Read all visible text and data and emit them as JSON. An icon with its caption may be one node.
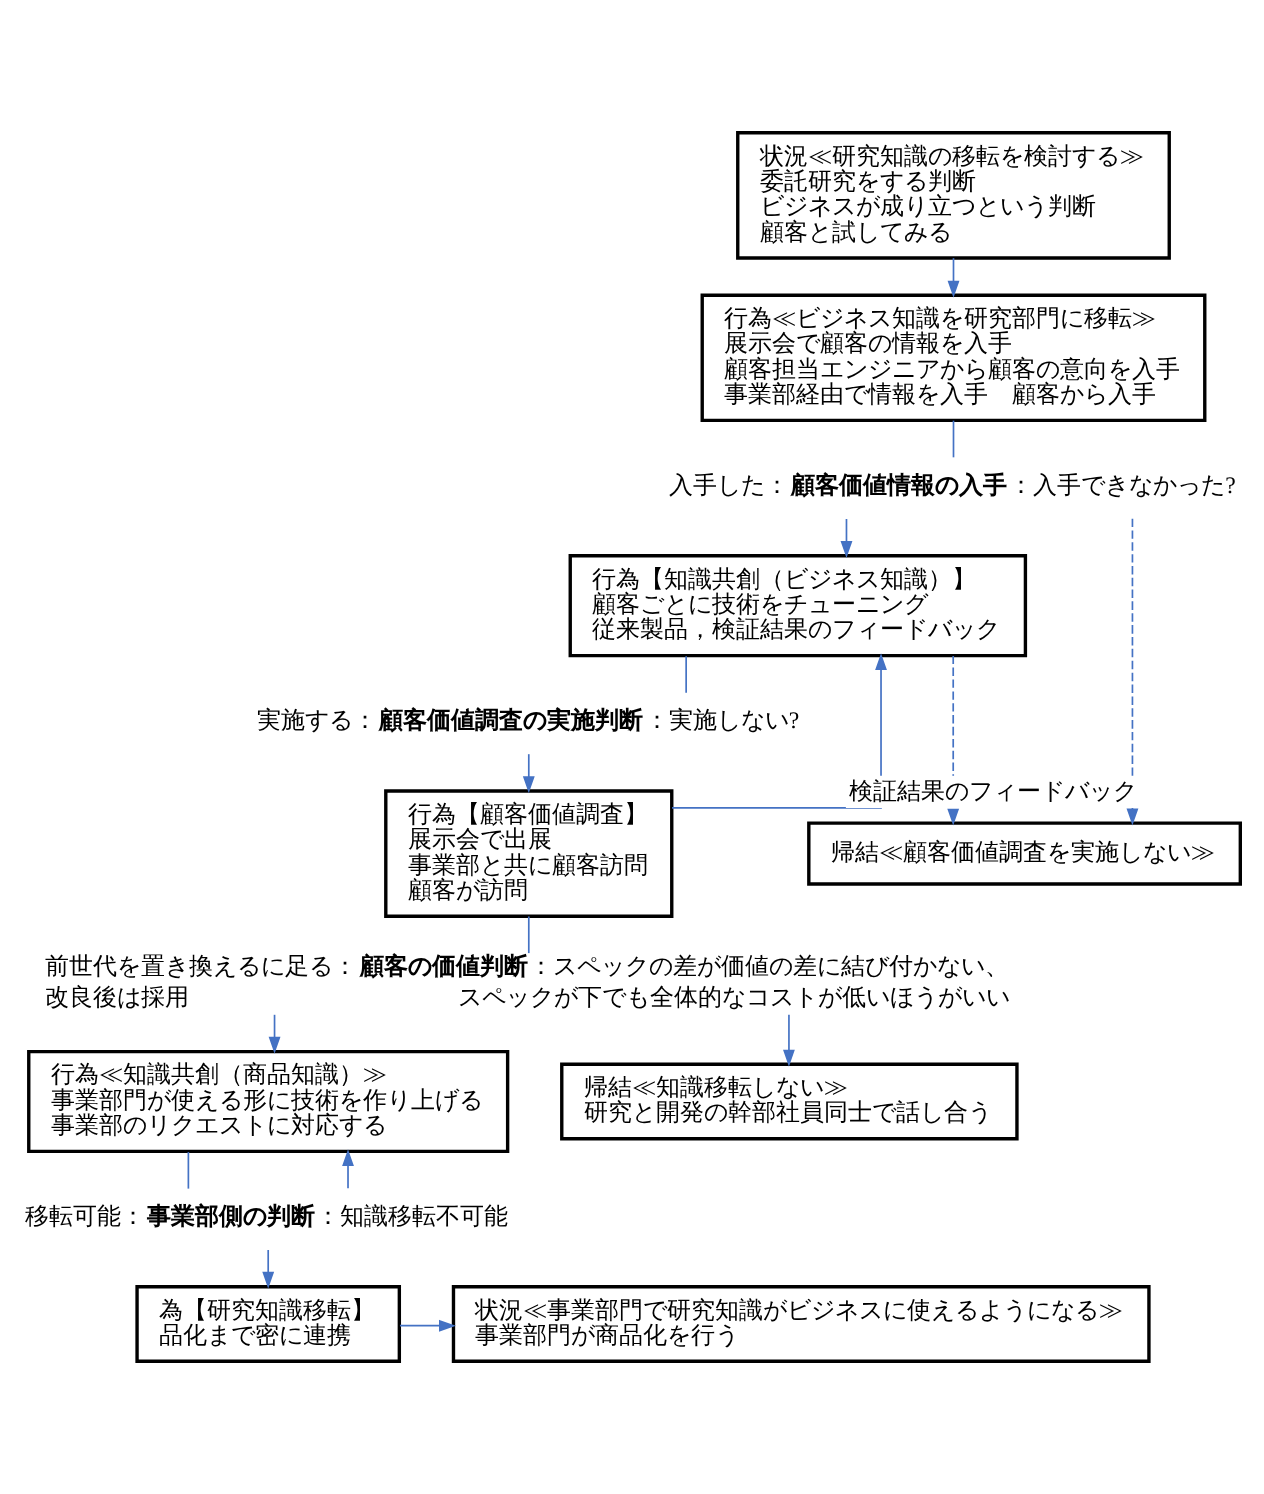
{
  "diagram": {
    "nodes": [
      {
        "text": [
          "状況≪研究知識の移転を検討する≫",
          "委託研究をする判断",
          "ビジネスが成り立つという判断",
          "顧客と試してみる"
        ]
      },
      {
        "text": [
          "行為≪ビジネス知識を研究部門に移転≫",
          "展示会で顧客の情報を入手",
          "顧客担当エンジニアから顧客の意向を入手",
          "事業部経由で情報を入手　顧客から入手"
        ]
      },
      {
        "text": [
          "入手した：**顧客価値情報の入手**：入手できなかった?"
        ]
      },
      {
        "text": [
          "行為【知識共創（ビジネス知識）】",
          "顧客ごとに技術をチューニング",
          "従来製品，検証結果のフィードバック"
        ]
      },
      {
        "text": [
          "実施する：**顧客価値調査の実施判断**：実施しない?"
        ]
      },
      {
        "text": [
          "帰結≪顧客価値調査を実施しない≫"
        ]
      },
      {
        "text": [
          "行為【顧客価値調査】",
          "展示会で出展",
          "事業部と共に顧客訪問",
          "顧客が訪問"
        ]
      },
      {
        "text": [
          "前世代を置き換えるに足る：**顧客の価値判断**：スペックの差が価値の差に結び付かない、",
          "改良後は採用",
          "スペックが下でも全体的なコストが低いほうがいい"
        ]
      },
      {
        "text": [
          "帰結≪知識移転しない≫",
          "研究と開発の幹部社員同士で話し合う"
        ]
      },
      {
        "text": [
          "行為≪知識共創（商品知識）≫",
          "事業部門が使える形に技術を作り上げる",
          "事業部のリクエストに対応する"
        ]
      },
      {
        "text": [
          "移転可能：**事業部側の判断**：知識移転不可能"
        ]
      },
      {
        "text": [
          "為【研究知識移転】",
          "品化まで密に連携"
        ]
      },
      {
        "text": [
          "状況≪事業部門で研究知識がビジネスに使えるようになる≫",
          "事業部門が商品化を行う"
        ]
      }
    ],
    "edges": [
      {
        "from": 0,
        "to": 1,
        "arrow": "to"
      },
      {
        "from": 1,
        "to": 2,
        "arrow": "none"
      },
      {
        "from": 2,
        "to": 3,
        "arrow": "to"
      },
      {
        "from": 2,
        "to": 5,
        "arrow": "to",
        "style": "dashed"
      },
      {
        "from": 3,
        "to": 5,
        "arrow": "to",
        "style": "dashed"
      },
      {
        "from": 3,
        "to": 4,
        "arrow": "none"
      },
      {
        "from": 4,
        "to": 6,
        "arrow": "to"
      },
      {
        "from": 6,
        "to": 3,
        "arrow": "to",
        "label": "検証結果のフィードバック"
      },
      {
        "from": 6,
        "to": 7,
        "arrow": "none"
      },
      {
        "from": 7,
        "to": 8,
        "arrow": "to"
      },
      {
        "from": 7,
        "to": 9,
        "arrow": "to"
      },
      {
        "from": 9,
        "to": 10,
        "arrow": "none"
      },
      {
        "from": 10,
        "to": 11,
        "arrow": "to"
      },
      {
        "from": 10,
        "to": 9,
        "arrow": "to"
      },
      {
        "from": 11,
        "to": 12,
        "arrow": "to"
      }
    ]
  }
}
